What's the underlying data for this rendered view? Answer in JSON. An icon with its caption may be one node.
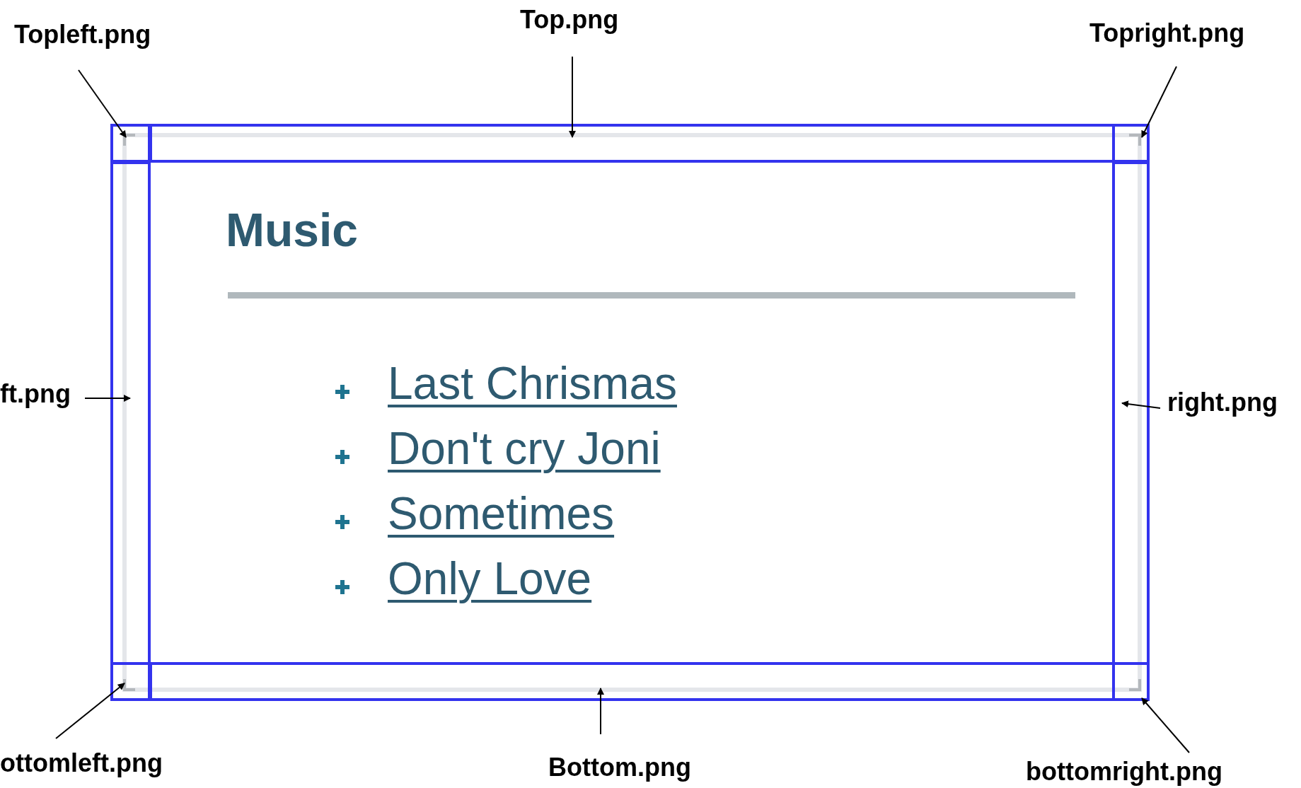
{
  "diagram": {
    "nodes": [
      {
        "text": [
          "Topleft.png"
        ]
      },
      {
        "text": [
          "Top.png"
        ]
      },
      {
        "text": [
          "Topright.png"
        ]
      },
      {
        "text": [
          "ft.png"
        ]
      },
      {
        "text": [
          "right.png"
        ]
      },
      {
        "text": [
          "ottomleft.png"
        ]
      },
      {
        "text": [
          "Bottom.png"
        ]
      },
      {
        "text": [
          "bottomright.png"
        ]
      },
      {
        "text": [],
        "shape": "box"
      },
      {
        "text": [],
        "shape": "box"
      },
      {
        "text": [],
        "shape": "box"
      },
      {
        "text": [],
        "shape": "box"
      },
      {
        "text": [],
        "shape": "box"
      },
      {
        "text": [],
        "shape": "box"
      },
      {
        "text": [],
        "shape": "box"
      },
      {
        "text": [],
        "shape": "box"
      }
    ],
    "edges": [
      {
        "from": 0,
        "to": 8,
        "arrow": "to"
      },
      {
        "from": 1,
        "to": 9,
        "arrow": "to"
      },
      {
        "from": 2,
        "to": 10,
        "arrow": "to"
      },
      {
        "from": 3,
        "to": 11,
        "arrow": "to"
      },
      {
        "from": 4,
        "to": 12,
        "arrow": "to"
      },
      {
        "from": 5,
        "to": 13,
        "arrow": "to"
      },
      {
        "from": 6,
        "to": 14,
        "arrow": "to"
      },
      {
        "from": 7,
        "to": 15,
        "arrow": "to"
      }
    ],
    "labels": [
      "Music",
      "Last Chrismas",
      "Don't cry Joni",
      "Sometimes",
      "Only Love"
    ]
  }
}
